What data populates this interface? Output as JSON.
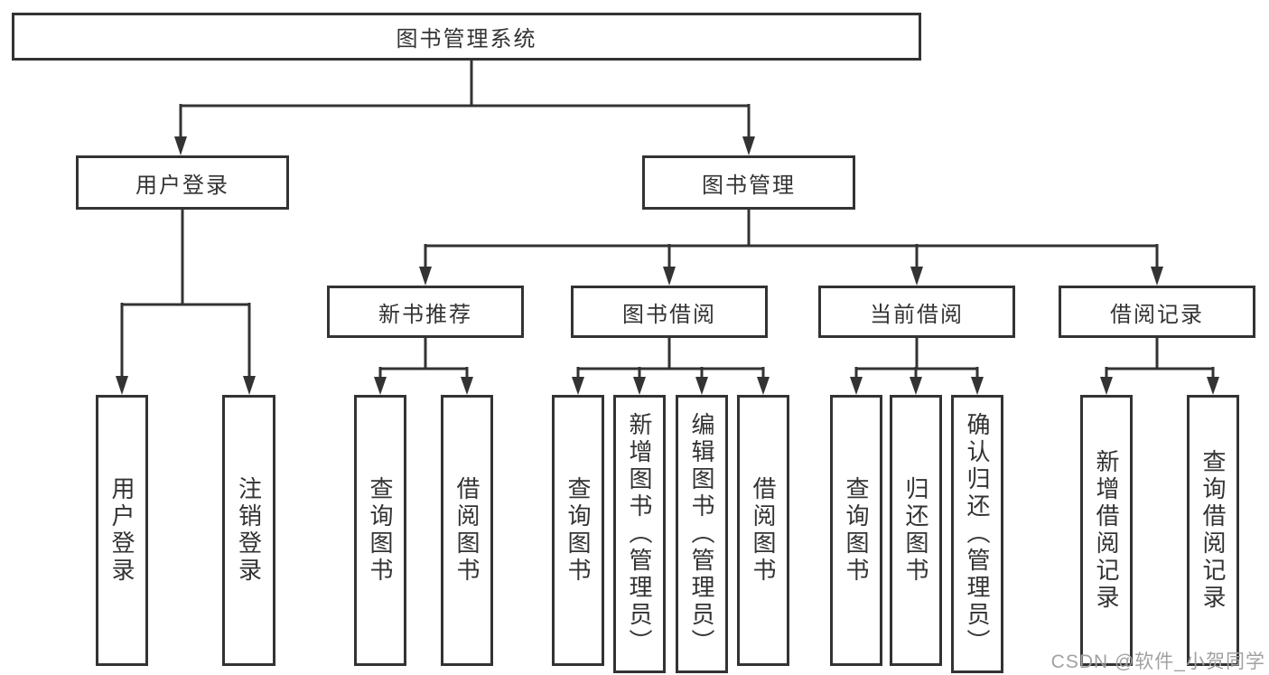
{
  "tree": {
    "label": "图书管理系统",
    "children": [
      {
        "label": "用户登录",
        "children": [
          {
            "label": "用户登录"
          },
          {
            "label": "注销登录"
          }
        ]
      },
      {
        "label": "图书管理",
        "children": [
          {
            "label": "新书推荐",
            "children": [
              {
                "label": "查询图书"
              },
              {
                "label": "借阅图书"
              }
            ]
          },
          {
            "label": "图书借阅",
            "children": [
              {
                "label": "查询图书"
              },
              {
                "label": "新增图书（管理员）"
              },
              {
                "label": "编辑图书（管理员）"
              },
              {
                "label": "借阅图书"
              }
            ]
          },
          {
            "label": "当前借阅",
            "children": [
              {
                "label": "查询图书"
              },
              {
                "label": "归还图书"
              },
              {
                "label": "确认归还（管理员）"
              }
            ]
          },
          {
            "label": "借阅记录",
            "children": [
              {
                "label": "新增借阅记录"
              },
              {
                "label": "查询借阅记录"
              }
            ]
          }
        ]
      }
    ]
  },
  "watermark": "CSDN @软件_小贺同学",
  "colors": {
    "line": "#333333",
    "box_border": "#333333",
    "text": "#333333",
    "watermark_text": "#a3a0a0",
    "background": "#ffffff"
  }
}
